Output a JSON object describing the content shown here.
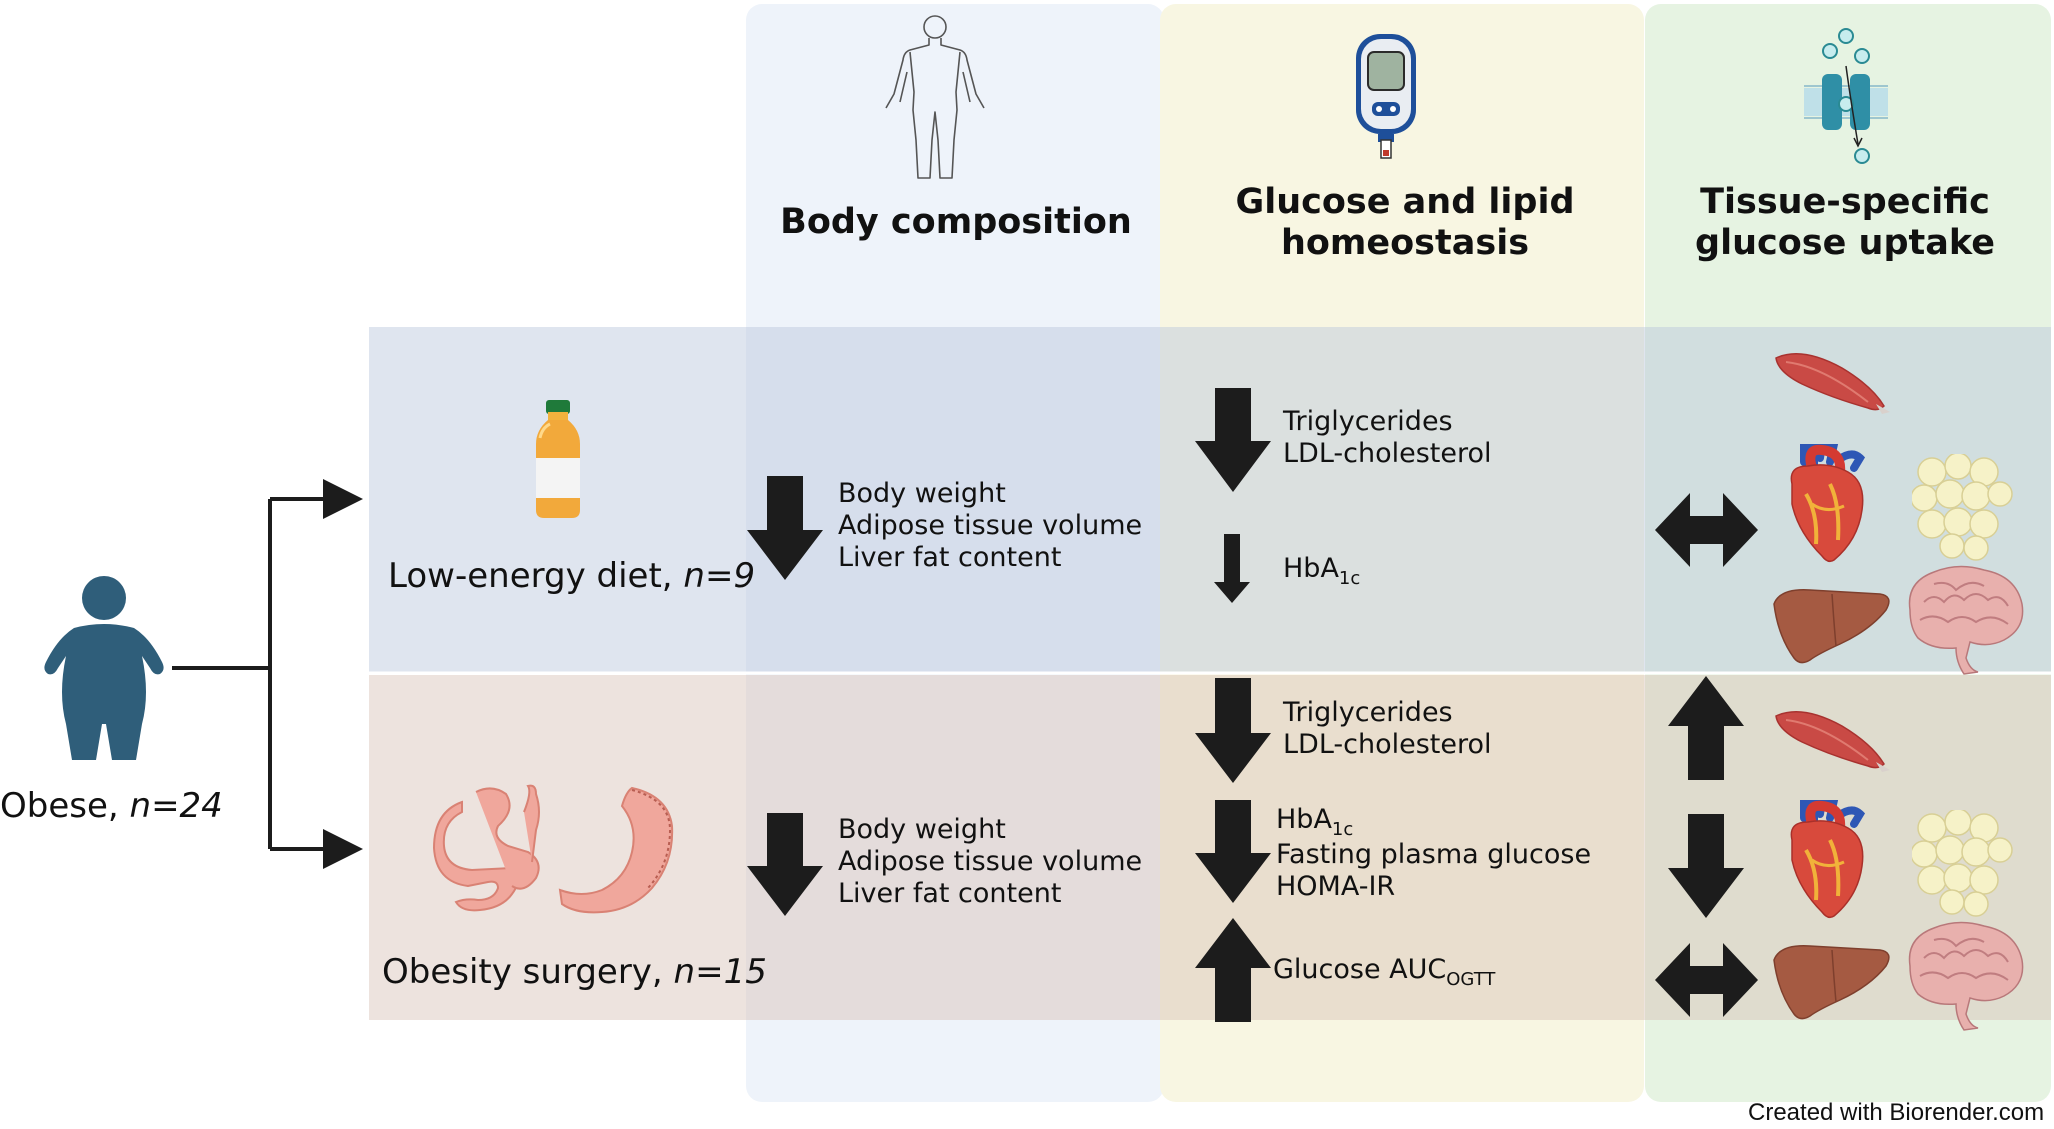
{
  "columns": {
    "body_composition": "Body composition",
    "glucose_lipid": [
      "Glucose and lipid",
      "homeostasis"
    ],
    "tissue_uptake": [
      "Tissue-specific",
      "glucose uptake"
    ]
  },
  "cohort": {
    "label": "Obese, ",
    "n": "n=24"
  },
  "groups": {
    "diet": {
      "label": "Low-energy diet, ",
      "n": "n=9"
    },
    "surgery": {
      "label": "Obesity surgery, ",
      "n": "n=15"
    }
  },
  "diet_rows": {
    "body": [
      "Body weight",
      "Adipose tissue volume",
      "Liver fat content"
    ],
    "lipids": [
      "Triglycerides",
      "LDL-cholesterol"
    ],
    "hba1c": {
      "base": "HbA",
      "sub": "1c"
    }
  },
  "surgery_rows": {
    "body": [
      "Body weight",
      "Adipose tissue volume",
      "Liver fat content"
    ],
    "lipids": [
      "Triglycerides",
      "LDL-cholesterol"
    ],
    "glycemic": {
      "hba1c_base": "HbA",
      "hba1c_sub": "1c",
      "fpg": "Fasting plasma glucose",
      "homa": "HOMA-IR"
    },
    "auc": {
      "base": "Glucose AUC",
      "sub": "OGTT"
    }
  },
  "credit": "Created with Biorender.com",
  "colors": {
    "arrow": "#1c1c1c",
    "person": "#2f5e7a",
    "col_body": "#eef3fa",
    "col_glucose": "#f8f6e2",
    "col_tissue": "#e6f3e2",
    "row_diet": "#dbe4f0",
    "row_surgery": "#ebe0dc"
  }
}
